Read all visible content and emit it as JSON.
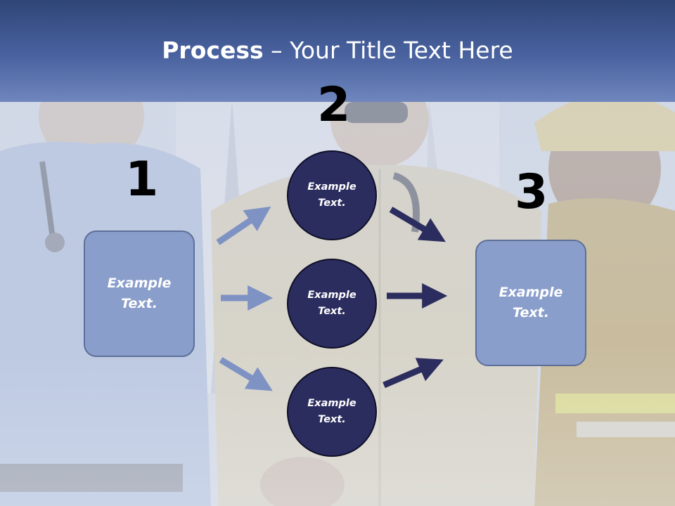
{
  "title": {
    "bold": "Process",
    "rest": " – Your Title Text Here"
  },
  "steps": {
    "n1": "1",
    "n2": "2",
    "n3": "3"
  },
  "left_box": {
    "text": "Example Text."
  },
  "right_box": {
    "text": "Example Text."
  },
  "circles": [
    {
      "text": "Example Text."
    },
    {
      "text": "Example Text."
    },
    {
      "text": "Example Text."
    }
  ],
  "colors": {
    "header_top": "#2f4577",
    "header_bottom": "#6f86bd",
    "box_fill": "#8a9ecb",
    "circle_fill": "#2c2d5f",
    "arrow_light": "#7f92c4",
    "arrow_dark": "#2c2d5f"
  }
}
